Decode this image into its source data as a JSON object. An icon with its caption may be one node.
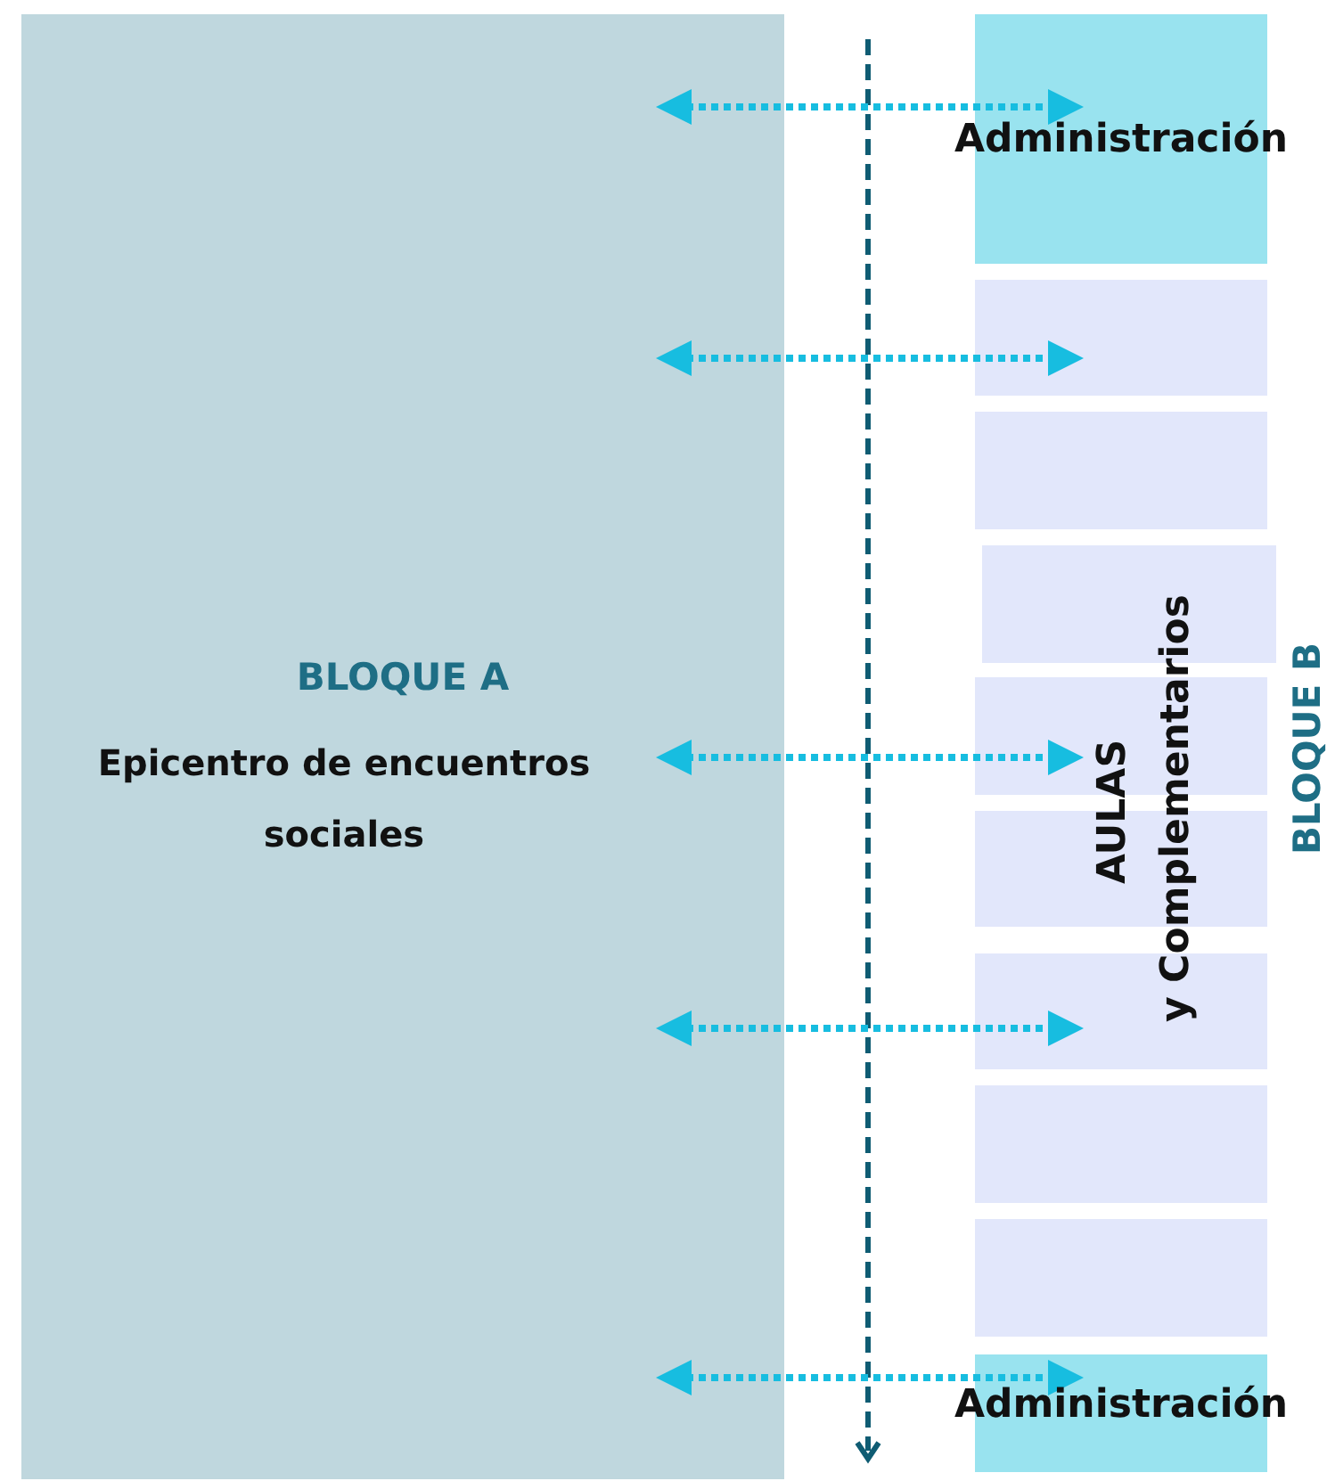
{
  "diagram": {
    "nodes": [
      {
        "text": [
          "BLOQUE A",
          "Epicentro de encuentros sociales"
        ]
      },
      {
        "text": [
          "Administración"
        ]
      },
      {
        "text": [],
        "shape": "box"
      },
      {
        "text": [],
        "shape": "box"
      },
      {
        "text": [],
        "shape": "box"
      },
      {
        "text": [],
        "shape": "box"
      },
      {
        "text": [],
        "shape": "box"
      },
      {
        "text": [],
        "shape": "box"
      },
      {
        "text": [],
        "shape": "box"
      },
      {
        "text": [],
        "shape": "box"
      },
      {
        "text": [
          "Administración"
        ]
      }
    ],
    "edges": [
      {
        "from": 0,
        "to": 1,
        "arrow": "both",
        "style": "dashed"
      },
      {
        "from": 0,
        "to": 2,
        "arrow": "both",
        "style": "dashed"
      },
      {
        "from": 0,
        "to": 5,
        "arrow": "both",
        "style": "dashed"
      },
      {
        "from": 0,
        "to": 7,
        "arrow": "both",
        "style": "dashed"
      },
      {
        "from": 0,
        "to": 10,
        "arrow": "both",
        "style": "dashed"
      }
    ],
    "labels": [
      "AULAS",
      "y Complementarios",
      "BLOQUE B"
    ]
  }
}
